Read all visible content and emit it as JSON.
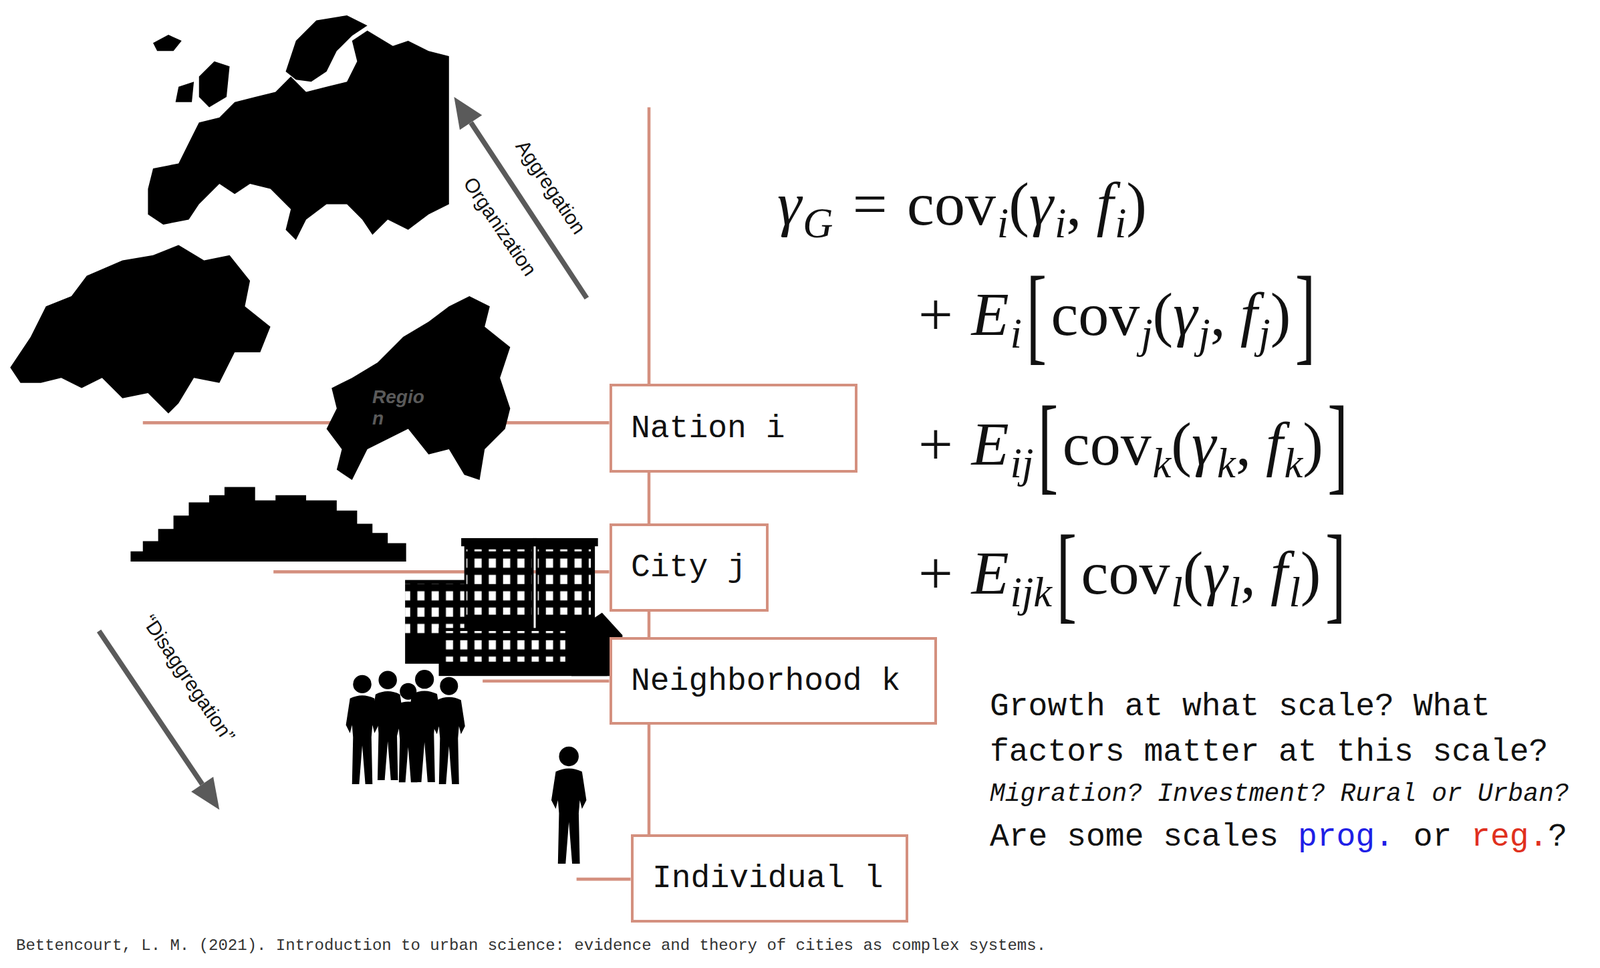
{
  "diagram": {
    "caption": "Bettencourt, L. M. (2021). Introduction to urban science: evidence and theory of cities as complex systems.",
    "nodes": [
      {
        "text": [
          "Nation i"
        ]
      },
      {
        "text": [
          "City j"
        ]
      },
      {
        "text": [
          "Neighborhood k"
        ]
      },
      {
        "text": [
          "Individual l"
        ]
      }
    ],
    "edges": [
      {
        "from": 0,
        "to": 1,
        "arrow": "none"
      },
      {
        "from": 1,
        "to": 2,
        "arrow": "none"
      },
      {
        "from": 2,
        "to": 3,
        "arrow": "none"
      }
    ],
    "labels": [
      "Aggregation",
      "Organization",
      "“Disaggregation”",
      "Region",
      "γ",
      "G",
      "=",
      "cov",
      "i",
      "(",
      "γ",
      "i",
      ",",
      "f",
      "i",
      ")",
      "+",
      "E",
      "i",
      "[",
      "cov",
      "j",
      "(",
      "γ",
      "j",
      ",",
      "f",
      "j",
      ")",
      "]",
      "+",
      "E",
      "ij",
      "[",
      "cov",
      "k",
      "(",
      "γ",
      "k",
      ",",
      "f",
      "k",
      ")",
      "]",
      "+",
      "E",
      "ijk",
      "[",
      "cov",
      "l",
      "(",
      "γ",
      "l",
      ",",
      "f",
      "l",
      ")",
      "]",
      "Growth at what scale? What factors matter at this scale?",
      "Migration? Investment? Rural or Urban?",
      "Are some scales",
      "prog.",
      "or",
      "reg.",
      "?"
    ]
  }
}
